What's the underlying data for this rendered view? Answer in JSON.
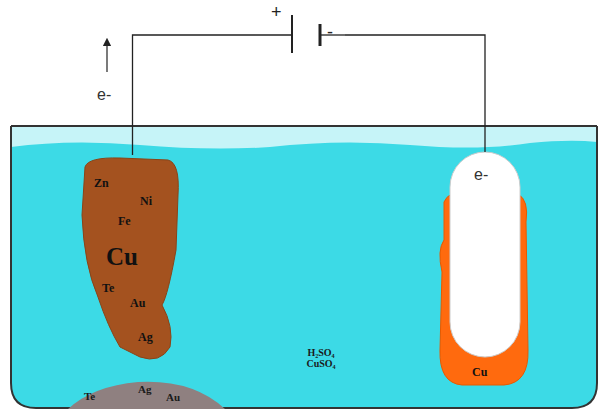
{
  "diagram": {
    "nodes": [
      {
        "text": [
          "+",
          "-"
        ]
      },
      {
        "text": [
          "H₂SO₄ CuSO₄"
        ]
      },
      {
        "text": [
          "Zn",
          "Ni",
          "Fe",
          "Cu",
          "Te",
          "Au",
          "Ag"
        ],
        "in": 1
      },
      {
        "text": [
          "Cu"
        ],
        "in": 1
      },
      {
        "text": [
          "e-"
        ],
        "in": 3
      },
      {
        "text": [
          "Te",
          "Ag",
          "Au"
        ],
        "in": 1
      }
    ],
    "edges": [
      {
        "from": 0,
        "to": 2,
        "arrow": "none"
      },
      {
        "from": 0,
        "to": 4,
        "arrow": "none"
      }
    ],
    "labels": [
      "e-"
    ]
  }
}
